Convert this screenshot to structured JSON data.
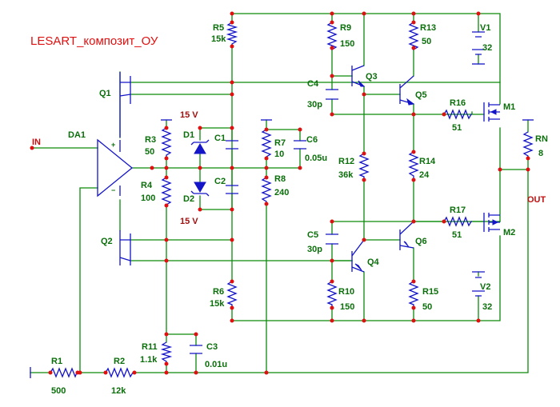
{
  "title": "LESART_композит_ОУ",
  "nets": {
    "in": "IN",
    "out": "OUT"
  },
  "parts": {
    "R1": {
      "name": "R1",
      "value": "500"
    },
    "R2": {
      "name": "R2",
      "value": "12k"
    },
    "R3": {
      "name": "R3",
      "value": "50"
    },
    "R4": {
      "name": "R4",
      "value": "100"
    },
    "R5": {
      "name": "R5",
      "value": "15k"
    },
    "R6": {
      "name": "R6",
      "value": "15k"
    },
    "R7": {
      "name": "R7",
      "value": "10"
    },
    "R8": {
      "name": "R8",
      "value": "240"
    },
    "R9": {
      "name": "R9",
      "value": "150"
    },
    "R10": {
      "name": "R10",
      "value": "150"
    },
    "R11": {
      "name": "R11",
      "value": "1.1k"
    },
    "R12": {
      "name": "R12",
      "value": "36k"
    },
    "R13": {
      "name": "R13",
      "value": "50"
    },
    "R14": {
      "name": "R14",
      "value": "24"
    },
    "R15": {
      "name": "R15",
      "value": "50"
    },
    "R16": {
      "name": "R16",
      "value": "51"
    },
    "R17": {
      "name": "R17",
      "value": "51"
    },
    "RN": {
      "name": "RN",
      "value": "8"
    },
    "C1": {
      "name": "C1"
    },
    "C2": {
      "name": "C2"
    },
    "C3": {
      "name": "C3",
      "value": "0.01u"
    },
    "C4": {
      "name": "C4",
      "value": "30p"
    },
    "C5": {
      "name": "C5",
      "value": "30p"
    },
    "C6": {
      "name": "C6",
      "value": "0.05u"
    },
    "D1": {
      "name": "D1",
      "value": "15 V"
    },
    "D2": {
      "name": "D2",
      "value": "15 V"
    },
    "V1": {
      "name": "V1",
      "value": "32"
    },
    "V2": {
      "name": "V2",
      "value": "32"
    },
    "Q1": {
      "name": "Q1"
    },
    "Q2": {
      "name": "Q2"
    },
    "Q3": {
      "name": "Q3"
    },
    "Q4": {
      "name": "Q4"
    },
    "Q5": {
      "name": "Q5"
    },
    "Q6": {
      "name": "Q6"
    },
    "M1": {
      "name": "M1"
    },
    "M2": {
      "name": "M2"
    },
    "DA1": {
      "name": "DA1",
      "plus": "+",
      "minus": "−"
    }
  }
}
